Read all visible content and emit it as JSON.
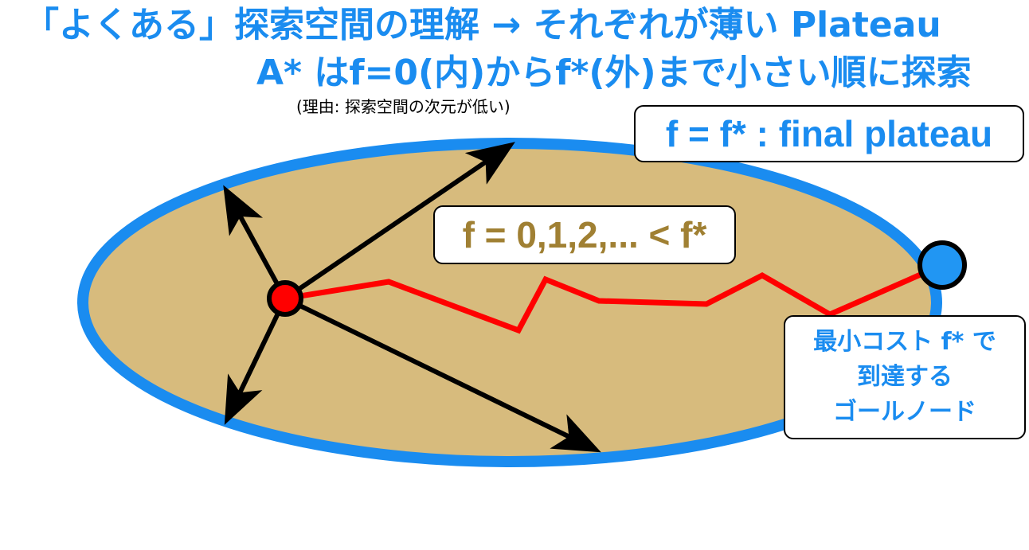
{
  "title": {
    "line1": "「よくある」探索空間の理解 → それぞれが薄い Plateau",
    "line2": "A* はf=0(内)からf*(外)まで小さい順に探索"
  },
  "subtitle": "(理由: 探索空間の次元が低い)",
  "labels": {
    "final_plateau": "f = f* : final plateau",
    "inner_plateaus": "f = 0,1,2,... < f*",
    "goal_line1": "最小コスト f* で",
    "goal_line2": "到達する",
    "goal_line3": "ゴールノード"
  },
  "colors": {
    "title": "#1a8cf0",
    "plateau_fill": "#d7bb7d",
    "plateau_border": "#1a8cf0",
    "inner_label": "#a08033",
    "start_node": "#ff0000",
    "goal_node": "#2196f3",
    "path": "#ff0000",
    "arrows": "#000000"
  },
  "nodes": {
    "start": "start-node",
    "goal": "goal-node"
  }
}
